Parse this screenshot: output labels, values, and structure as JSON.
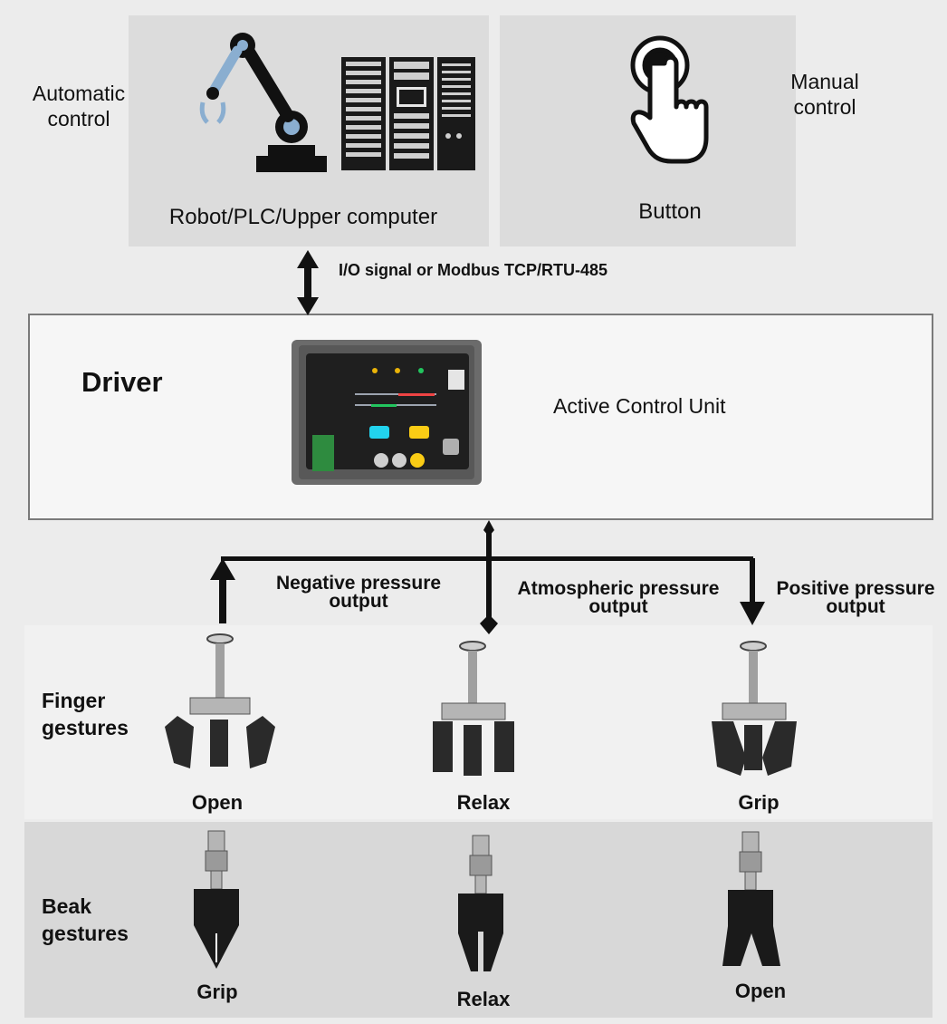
{
  "top": {
    "automatic_label": "Automatic control",
    "manual_label": "Manual control",
    "robot_caption": "Robot/PLC/Upper computer",
    "button_caption": "Button",
    "signal_label": "I/O signal or Modbus TCP/RTU-485"
  },
  "driver": {
    "title": "Driver",
    "unit_label": "Active Control Unit"
  },
  "outputs": {
    "negative": "Negative pressure output",
    "atmospheric": "Atmospheric pressure output",
    "positive": "Positive pressure output"
  },
  "finger": {
    "row_label": "Finger gestures",
    "states": [
      "Open",
      "Relax",
      "Grip"
    ]
  },
  "beak": {
    "row_label": "Beak gestures",
    "states": [
      "Grip",
      "Relax",
      "Open"
    ]
  },
  "colors": {
    "background": "#ececec",
    "panel": "#dcdcdc",
    "robot_blue": "#8aaed0",
    "led_green": "#22c55e",
    "led_yellow": "#eab308",
    "btn_teal": "#22d3ee",
    "btn_yellow": "#facc15"
  }
}
